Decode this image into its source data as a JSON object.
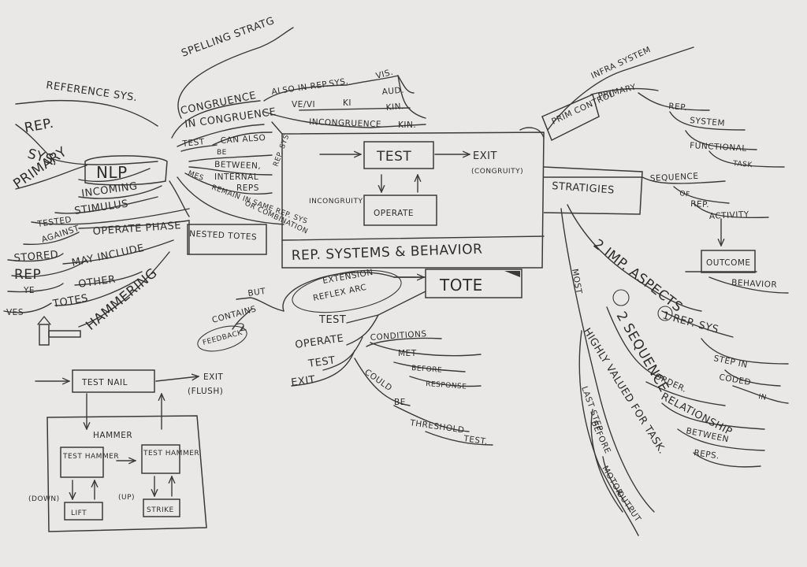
{
  "left": {
    "spelling": "SPELLING STRATG",
    "reference": "REFERENCE SYS.",
    "rep": "REP.",
    "sys": "SYS.",
    "primary": "PRIMARY",
    "nlp": "NLP",
    "incoming": "INCOMING",
    "stimulus": "STIMULUS",
    "tested": "TESTED",
    "against": "AGAINST",
    "stored": "STORED",
    "rep2": "REP",
    "ye": "YE",
    "ves": "VES",
    "operate_phase": "OPERATE PHASE",
    "may_include": "MAY INCLUDE",
    "other": "OTHER",
    "totes": "TOTES",
    "hammering": "HAMMERING",
    "nested_totes": "NESTED TOTES"
  },
  "congruence": {
    "congruence": "CONGRUENCE",
    "in_congruence": "IN CONGRUENCE",
    "also_in_rep": "ALSO IN REP.SYS.",
    "vis": "VIS.",
    "aud": "AUD.",
    "kin": "KIN.",
    "ve_vi": "VE/VI",
    "ki": "KI",
    "incongruence": "INCONGRUENCE",
    "kin2": "KIN.",
    "test": "TEST",
    "can_also": "CAN ALSO",
    "be": "BE",
    "between": "BETWEEN,",
    "internal": "INTERNAL",
    "reps": "REPS",
    "rep_sys": "REP. SYS",
    "mes": "MES",
    "remain": "REMAIN IN SAME REP. SYS",
    "or_combination": "OR COMBINATION"
  },
  "center": {
    "test": "TEST",
    "exit": "EXIT",
    "congruity": "(CONGRUITY)",
    "incongruity": "INCONGRUITY",
    "operate": "OPERATE",
    "rep_systems": "REP. SYSTEMS & BEHAVIOR",
    "tote": "TOTE"
  },
  "tote_branch": {
    "extension": "EXTENSION",
    "reflex_arc": "REFLEX ARC",
    "but": "BUT",
    "contains": "CONTAINS",
    "feedback": "FEEDBACK",
    "test": "TEST",
    "operate": "OPERATE",
    "test2": "TEST",
    "exit": "EXIT",
    "conditions": "CONDITIONS",
    "met": "MET",
    "before": "BEFORE",
    "response": "RESPONSE",
    "could": "COULD",
    "be": "BE",
    "threshold": "THRESHOLD",
    "test3": "TEST."
  },
  "right": {
    "prim_control": "PRIM CONTROL",
    "infra_system": "INFRA SYSTEM",
    "primary": "PRIMARY",
    "rep": "REP.",
    "system": "SYSTEM",
    "functional": "FUNCTIONAL",
    "task": "TASK",
    "strategies": "STRATIGIES",
    "sequence": "SEQUENCE",
    "of": "OF",
    "rep2": "REP.",
    "activity": "ACTIVITY",
    "outcome": "OUTCOME",
    "behavior": "BEHAVIOR",
    "imp_aspects": "2 IMP. ASPECTS",
    "rep_sys": "1 REP. SYS",
    "step_in": "STEP IN",
    "coded": "CODED",
    "in": "IN",
    "sequence2": "2 SEQUENCE",
    "order": "ORDER.",
    "relationship": "RELATIONSHIP",
    "between": "BETWEEN",
    "reps": "REPS.",
    "most": "MOST",
    "highly": "HIGHLY VALUED FOR TASK.",
    "last_step": "LAST STEP",
    "before": "BEFORE",
    "motor": "MOTOR",
    "output": "OUTPUT"
  },
  "hammer": {
    "test_nail": "TEST NAIL",
    "exit": "EXIT",
    "flush": "(FLUSH)",
    "hammer": "HAMMER",
    "test_hammer": "TEST HAMMER",
    "test_hammer2": "TEST HAMMER",
    "lift": "LIFT",
    "strike": "STRIKE",
    "down": "(DOWN)",
    "up": "(UP)"
  }
}
